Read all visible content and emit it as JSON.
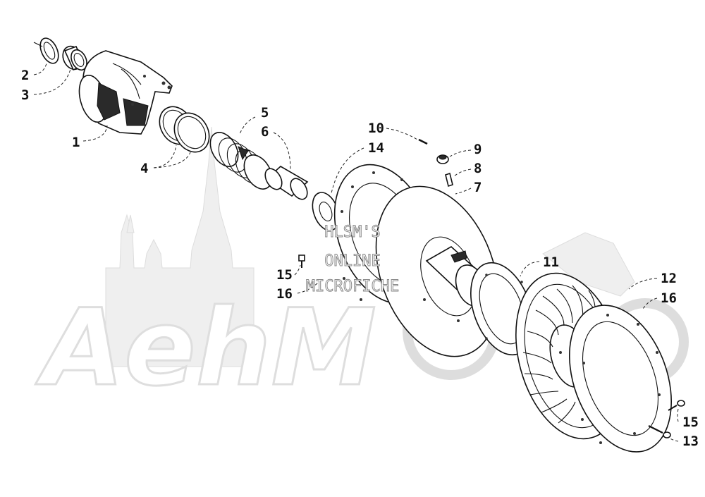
{
  "callouts": [
    "1",
    "2",
    "3",
    "4",
    "5",
    "6",
    "7",
    "8",
    "9",
    "10",
    "11",
    "12",
    "13",
    "14",
    "15",
    "15",
    "16",
    "16"
  ],
  "watermark": {
    "logo_text": "AehM",
    "lines": [
      "HLSM'S",
      "ONLINE",
      "MICROFICHE"
    ]
  }
}
